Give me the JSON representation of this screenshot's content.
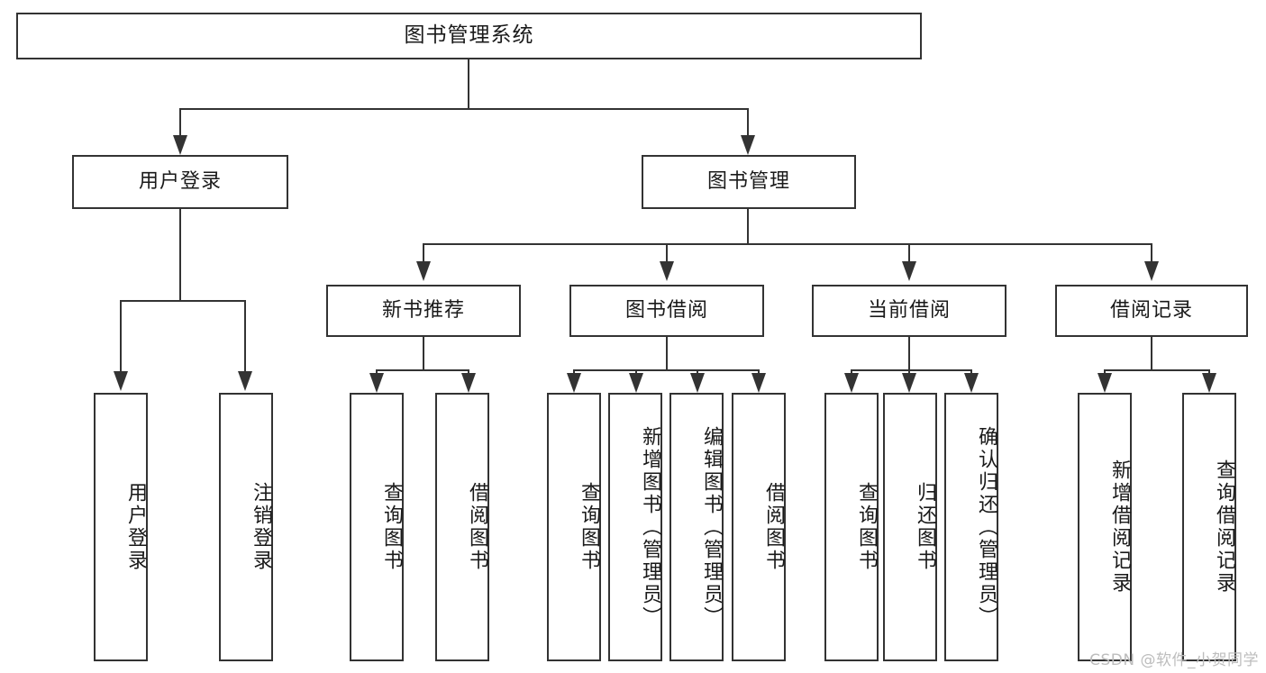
{
  "diagram": {
    "title": "图书管理系统",
    "type": "hierarchy-tree",
    "watermark": "CSDN @软件_小贺同学",
    "colors": {
      "stroke": "#333333",
      "fill": "#ffffff",
      "text": "#1a1a1a",
      "watermark": "#bdbdbd"
    },
    "root": {
      "label": "图书管理系统"
    },
    "level1": [
      {
        "label": "用户登录"
      },
      {
        "label": "图书管理"
      }
    ],
    "level2": [
      {
        "label": "新书推荐"
      },
      {
        "label": "图书借阅"
      },
      {
        "label": "当前借阅"
      },
      {
        "label": "借阅记录"
      }
    ],
    "leaves": {
      "user_login": [
        {
          "label": "用户登录"
        },
        {
          "label": "注销登录"
        }
      ],
      "new_book_recommend": [
        {
          "label": "查询图书"
        },
        {
          "label": "借阅图书"
        }
      ],
      "book_borrow": [
        {
          "label": "查询图书"
        },
        {
          "label": "新增图书（管理员）"
        },
        {
          "label": "编辑图书（管理员）"
        },
        {
          "label": "借阅图书"
        }
      ],
      "current_borrow": [
        {
          "label": "查询图书"
        },
        {
          "label": "归还图书"
        },
        {
          "label": "确认归还（管理员）"
        }
      ],
      "borrow_record": [
        {
          "label": "新增借阅记录"
        },
        {
          "label": "查询借阅记录"
        }
      ]
    }
  }
}
